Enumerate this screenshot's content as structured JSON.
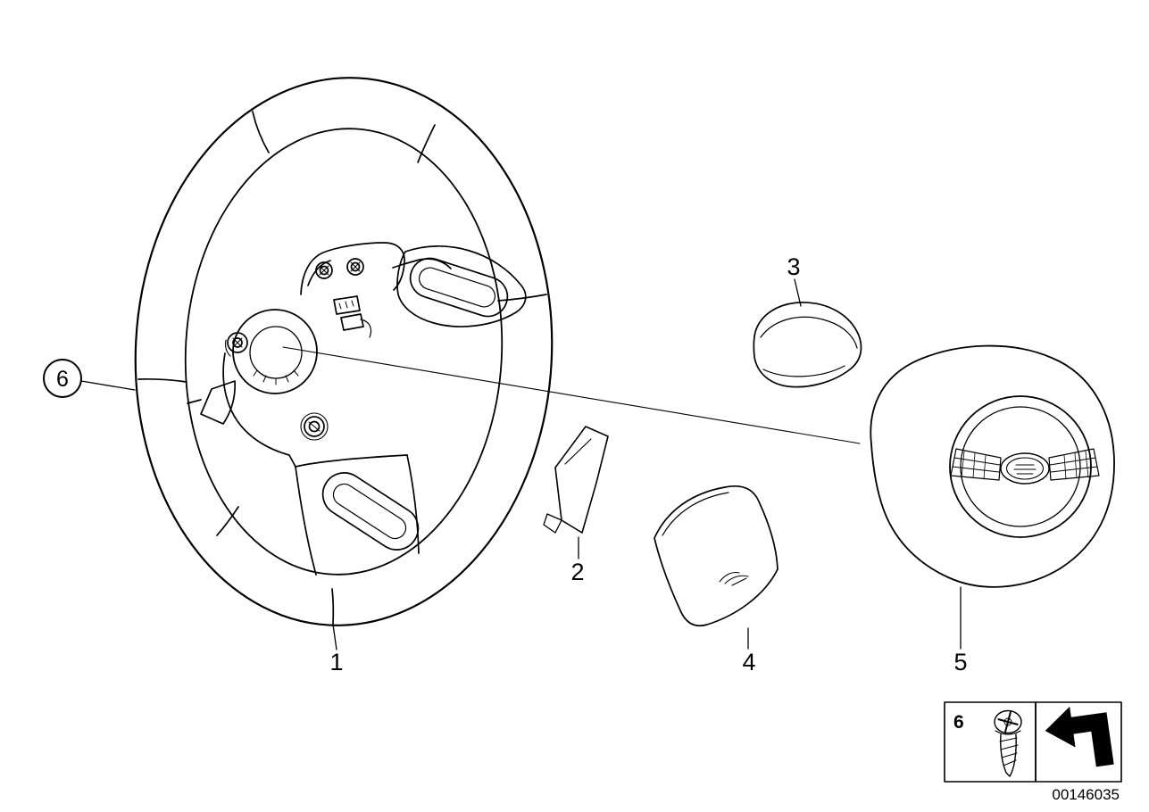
{
  "colors": {
    "background": "#ffffff",
    "line": "#000000"
  },
  "parts": {
    "label1": "1",
    "label2": "2",
    "label3": "3",
    "label4": "4",
    "label5": "5",
    "label6": "6"
  },
  "callout": {
    "label": "6"
  },
  "legend": {
    "row_label": "6",
    "icons": {
      "screw": "screw-icon",
      "arrow": "installation-direction-arrow-icon"
    }
  },
  "footer": {
    "document_number": "00146035"
  }
}
